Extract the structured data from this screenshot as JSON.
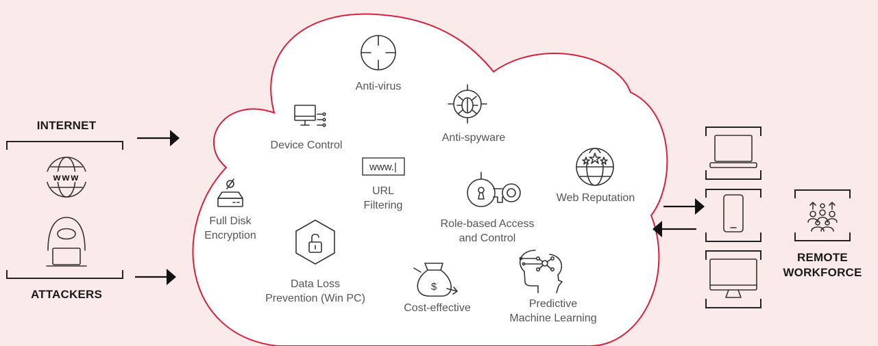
{
  "left": {
    "internet_label": "INTERNET",
    "attackers_label": "ATTACKERS"
  },
  "cloud": {
    "features": [
      {
        "label": "Anti-virus",
        "icon": "crosshair-icon"
      },
      {
        "label": "Device Control",
        "icon": "monitor-settings-icon"
      },
      {
        "label": "Anti-spyware",
        "icon": "bug-target-icon"
      },
      {
        "label": "URL",
        "label2": "Filtering",
        "icon": "url-box-icon",
        "url_text": "www.|"
      },
      {
        "label": "Web Reputation",
        "icon": "globe-stars-icon"
      },
      {
        "label": "Full Disk",
        "label2": "Encryption",
        "icon": "disk-drive-icon"
      },
      {
        "label": "Role-based Access",
        "label2": "and Control",
        "icon": "key-icon"
      },
      {
        "label": "Data Loss",
        "label2": "Prevention (Win PC)",
        "icon": "padlock-hexagon-icon"
      },
      {
        "label": "Cost-effective",
        "icon": "money-bag-icon"
      },
      {
        "label": "Predictive",
        "label2": "Machine Learning",
        "icon": "brain-head-icon"
      }
    ]
  },
  "right": {
    "remote_label_1": "REMOTE",
    "remote_label_2": "WORKFORCE",
    "devices": [
      "laptop-icon",
      "tablet-icon",
      "desktop-monitor-icon"
    ]
  },
  "colors": {
    "background": "#fbeaea",
    "cloud_fill": "#ffffff",
    "cloud_stroke": "#d8203b"
  }
}
